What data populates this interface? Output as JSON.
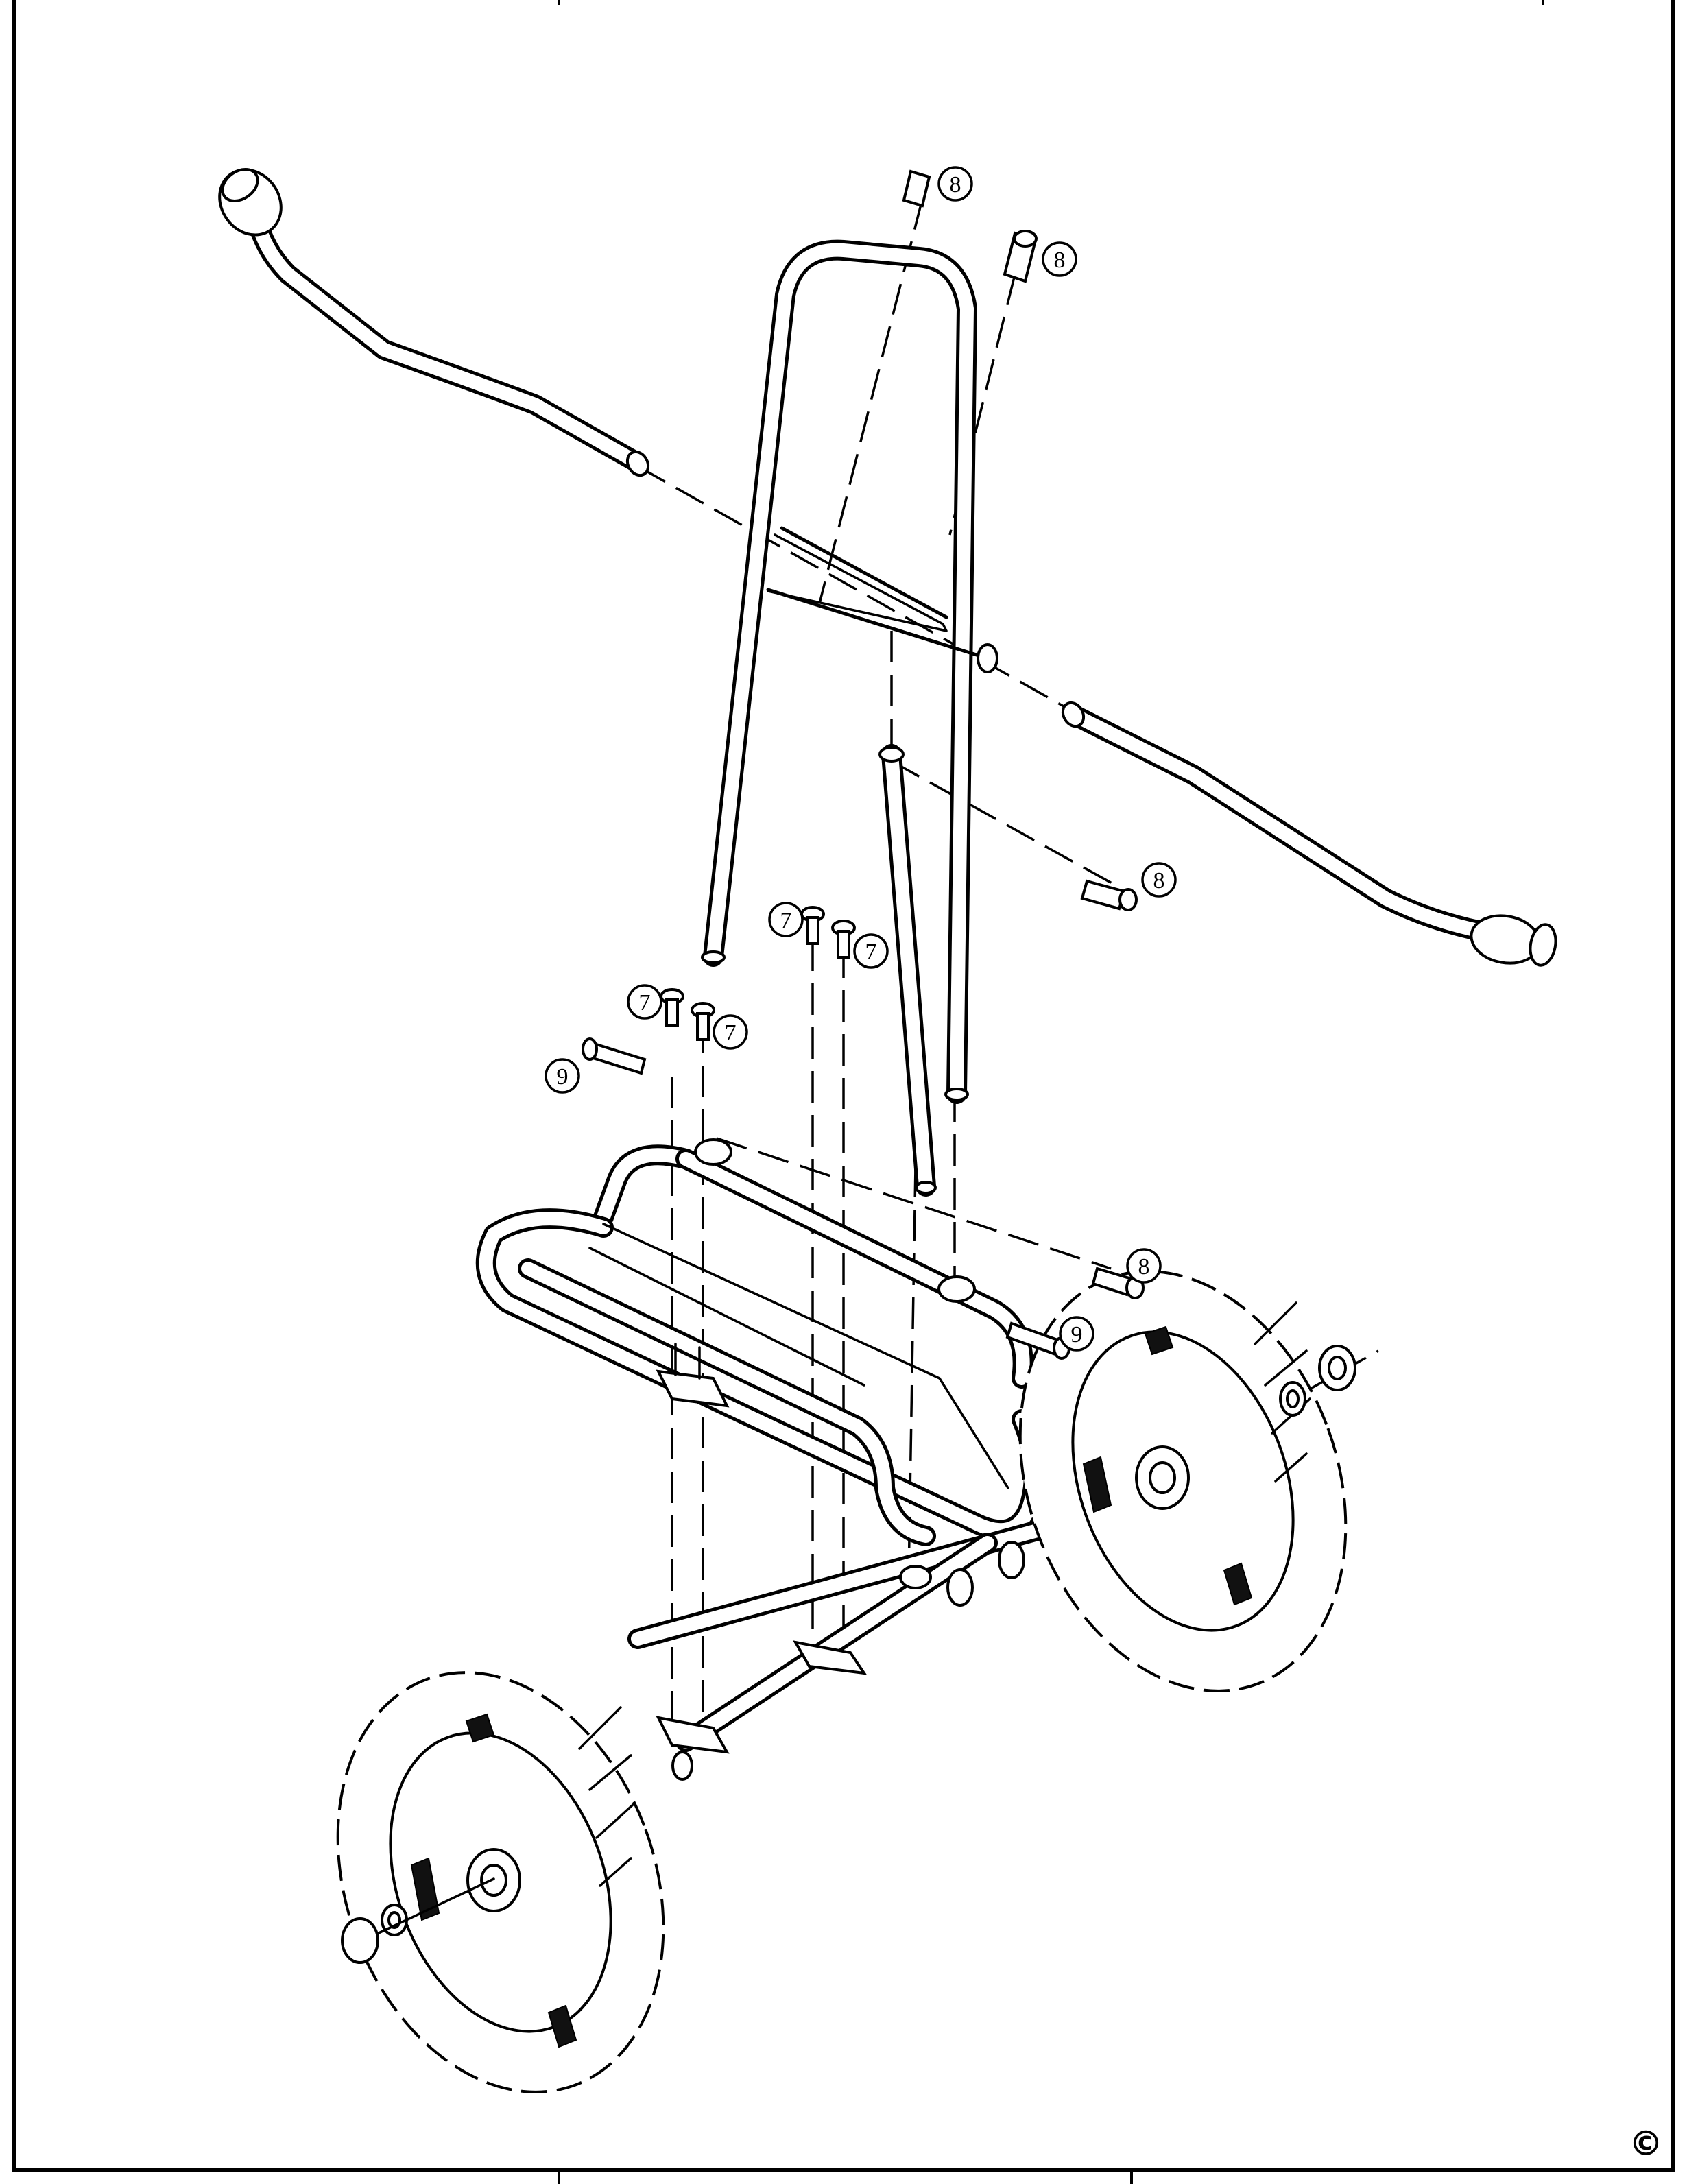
{
  "callouts": {
    "part_7": "7",
    "part_8": "8",
    "part_9": "9"
  },
  "corner_mark": "©"
}
